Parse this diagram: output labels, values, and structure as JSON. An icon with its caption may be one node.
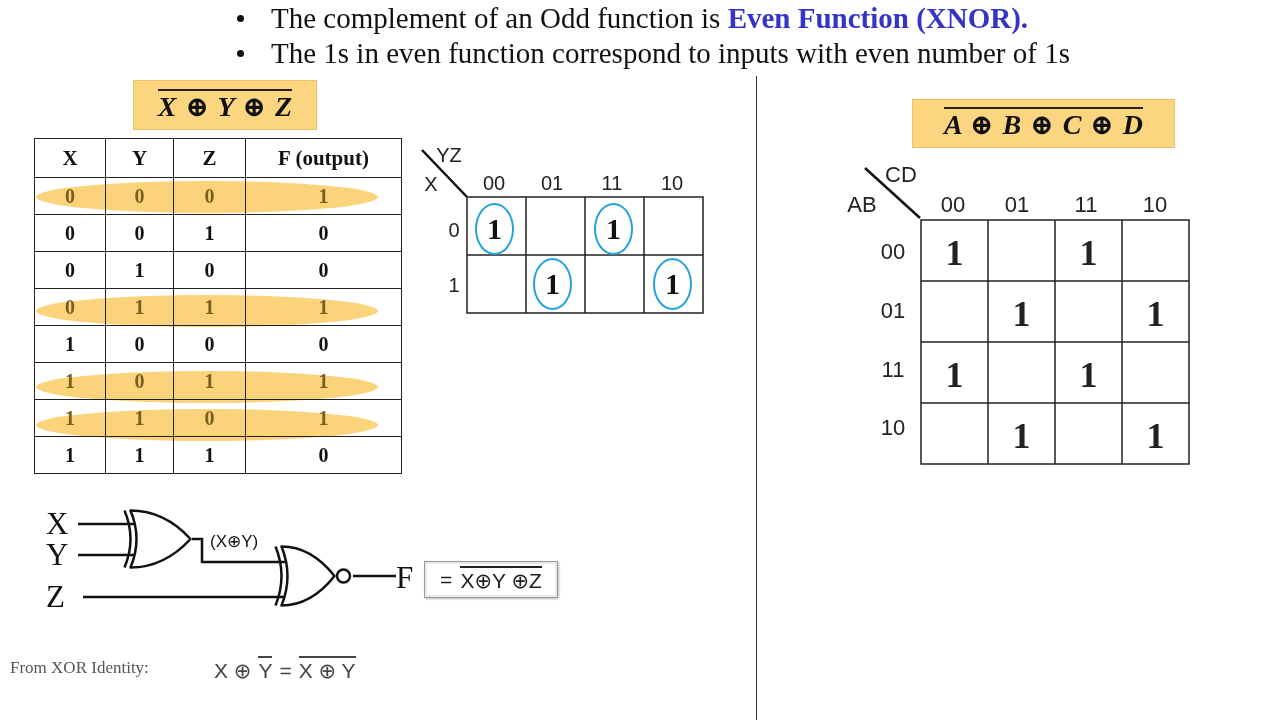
{
  "diagram": {
    "nodes": [
      {
        "text": [
          "X ⊕ Y ⊕ Z"
        ]
      },
      {
        "text": [
          "A ⊕ B ⊕ C ⊕ D"
        ]
      },
      {
        "text": [
          "1"
        ]
      },
      {
        "text": [
          "1"
        ]
      },
      {
        "text": [
          "1"
        ]
      },
      {
        "text": [
          "1"
        ]
      },
      {
        "text": [
          "X"
        ]
      },
      {
        "text": [
          "Y"
        ]
      },
      {
        "text": [
          "Z"
        ]
      },
      {
        "text": [],
        "shape": "gate"
      },
      {
        "text": [],
        "shape": "gate"
      },
      {
        "text": [
          "F"
        ]
      },
      {
        "text": [
          "=",
          "X⊕Y ⊕Z"
        ]
      }
    ],
    "edges": [
      {
        "from": 6,
        "to": 9,
        "arrow": "none"
      },
      {
        "from": 7,
        "to": 9,
        "arrow": "none"
      },
      {
        "from": 9,
        "to": 10,
        "arrow": "none",
        "label": "(X⊕Y)"
      },
      {
        "from": 8,
        "to": 10,
        "arrow": "none"
      },
      {
        "from": 10,
        "to": 11,
        "arrow": "none"
      }
    ],
    "labels": [
      "The complement of an Odd function is **Even Function (XNOR).**",
      "The 1s in even function correspond to inputs with even number of 1s",
      "X",
      "Y",
      "Z",
      "F (output)",
      "0",
      "0",
      "0",
      "1",
      "0",
      "0",
      "1",
      "0",
      "0",
      "1",
      "0",
      "0",
      "0",
      "1",
      "1",
      "1",
      "1",
      "0",
      "0",
      "0",
      "1",
      "0",
      "1",
      "1",
      "1",
      "1",
      "0",
      "1",
      "1",
      "1",
      "1",
      "0",
      "YZ",
      "X",
      "00",
      "01",
      "11",
      "10",
      "0",
      "1",
      "CD",
      "AB",
      "00",
      "01",
      "11",
      "10",
      "00",
      "1",
      "1",
      "01",
      "1",
      "1",
      "11",
      "1",
      "1",
      "10",
      "1",
      "1",
      "From XOR Identity:",
      "X ⊕",
      "Y",
      "=",
      "X ⊕ Y"
    ]
  }
}
